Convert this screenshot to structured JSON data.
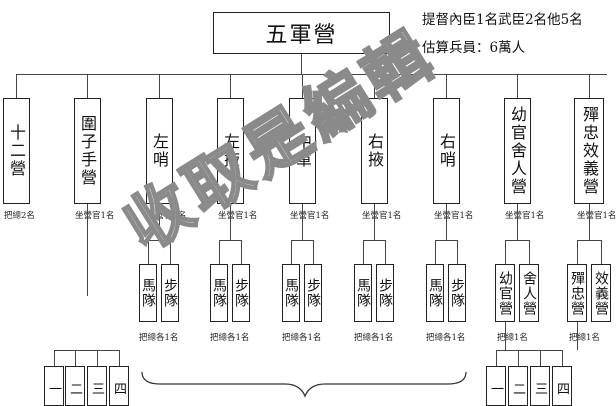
{
  "title": "五軍營",
  "info": {
    "line1": "提督內臣1名武臣2名他5名",
    "line2": "估算兵員：6萬人"
  },
  "units": [
    {
      "name": "十二營",
      "note": "把總2名"
    },
    {
      "name": "圍子手營",
      "note": "坐營官1名"
    },
    {
      "name": "左哨",
      "note": "坐營官1名"
    },
    {
      "name": "左掖",
      "note": "坐營官1名"
    },
    {
      "name": "中軍",
      "note": "坐營官1名"
    },
    {
      "name": "右掖",
      "note": "坐營官1名"
    },
    {
      "name": "右哨",
      "note": "坐營官1名"
    },
    {
      "name": "幼官舍人營",
      "note": "坐營官1名"
    },
    {
      "name": "殫忠效義營",
      "note": "坐營官1名"
    }
  ],
  "sub_groups": [
    {
      "a": "馬隊",
      "b": "步隊",
      "note": "把總各1名"
    },
    {
      "a": "馬隊",
      "b": "步隊",
      "note": "把總各1名"
    },
    {
      "a": "馬隊",
      "b": "步隊",
      "note": "把總各1名"
    },
    {
      "a": "馬隊",
      "b": "步隊",
      "note": "把總各1名"
    },
    {
      "a": "馬隊",
      "b": "步隊",
      "note": "把總各1名"
    },
    {
      "a": "幼官營",
      "b": "舍人營",
      "note": "把總1名"
    },
    {
      "a": "殫忠營",
      "b": "效義營",
      "note": "把總1名"
    }
  ],
  "left_row": [
    "一",
    "二",
    "三",
    "四"
  ],
  "right_row": [
    "一",
    "二",
    "三",
    "四"
  ],
  "watermark": "收取是編輯"
}
